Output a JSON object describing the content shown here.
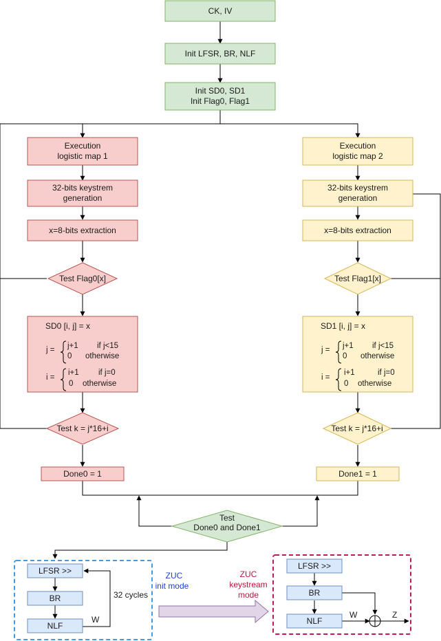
{
  "colors": {
    "green_fill": "#d5e8d4",
    "green_stroke": "#82b366",
    "red_fill": "#f8cecc",
    "red_stroke": "#b85450",
    "yellow_fill": "#fff2cc",
    "yellow_stroke": "#d6b656",
    "blue_fill": "#dae8fc",
    "blue_stroke": "#6c8ebf",
    "init_frame": "#3d9be9",
    "keystream_frame": "#c2185b",
    "big_arrow_fill": "#e1d5e7",
    "big_arrow_stroke": "#9673a6"
  },
  "top": {
    "ck_iv": "CK, IV",
    "init_lfsr": "Init LFSR, BR, NLF",
    "init_sd_line1": "Init SD0, SD1",
    "init_sd_line2": "Init Flag0, Flag1"
  },
  "left": {
    "exec_line1": "Execution",
    "exec_line2": "logistic map 1",
    "keystream_line1": "32-bits keystrem",
    "keystream_line2": "generation",
    "extract": "x=8-bits extraction",
    "test_flag": "Test Flag0[x]",
    "sd_assign": "SD0 [i, j] = x",
    "j_prefix": "j =",
    "j_case1_val": "j+1",
    "j_case1_cond": "if j<15",
    "j_case2_val": "0",
    "j_case2_cond": "otherwise",
    "i_prefix": "i =",
    "i_case1_val": "i+1",
    "i_case1_cond": "if j=0",
    "i_case2_val": "0",
    "i_case2_cond": "otherwise",
    "test_k": "Test k = j*16+i",
    "done": "Done0 = 1"
  },
  "right": {
    "exec_line1": "Execution",
    "exec_line2": "logistic map 2",
    "keystream_line1": "32-bits keystrem",
    "keystream_line2": "generation",
    "extract": "x=8-bits extraction",
    "test_flag": "Test Flag1[x]",
    "sd_assign": "SD1 [i, j] = x",
    "j_prefix": "j =",
    "j_case1_val": "j+1",
    "j_case1_cond": "if j<15",
    "j_case2_val": "0",
    "j_case2_cond": "otherwise",
    "i_prefix": "i =",
    "i_case1_val": "i+1",
    "i_case1_cond": "if j=0",
    "i_case2_val": "0",
    "i_case2_cond": "otherwise",
    "test_k": "Test k = j*16+i",
    "done": "Done1 = 1"
  },
  "test_done": {
    "line1": "Test",
    "line2": "Done0 and Done1"
  },
  "zuc_init": {
    "lfsr": "LFSR >>",
    "br": "BR",
    "nlf": "NLF",
    "cycles": "32 cycles",
    "w": "W",
    "label_line1": "ZUC",
    "label_line2": "init mode"
  },
  "zuc_keystream": {
    "lfsr": "LFSR >>",
    "br": "BR",
    "nlf": "NLF",
    "w": "W",
    "z": "Z",
    "label_line1": "ZUC",
    "label_line2": "keystream",
    "label_line3": "mode"
  }
}
